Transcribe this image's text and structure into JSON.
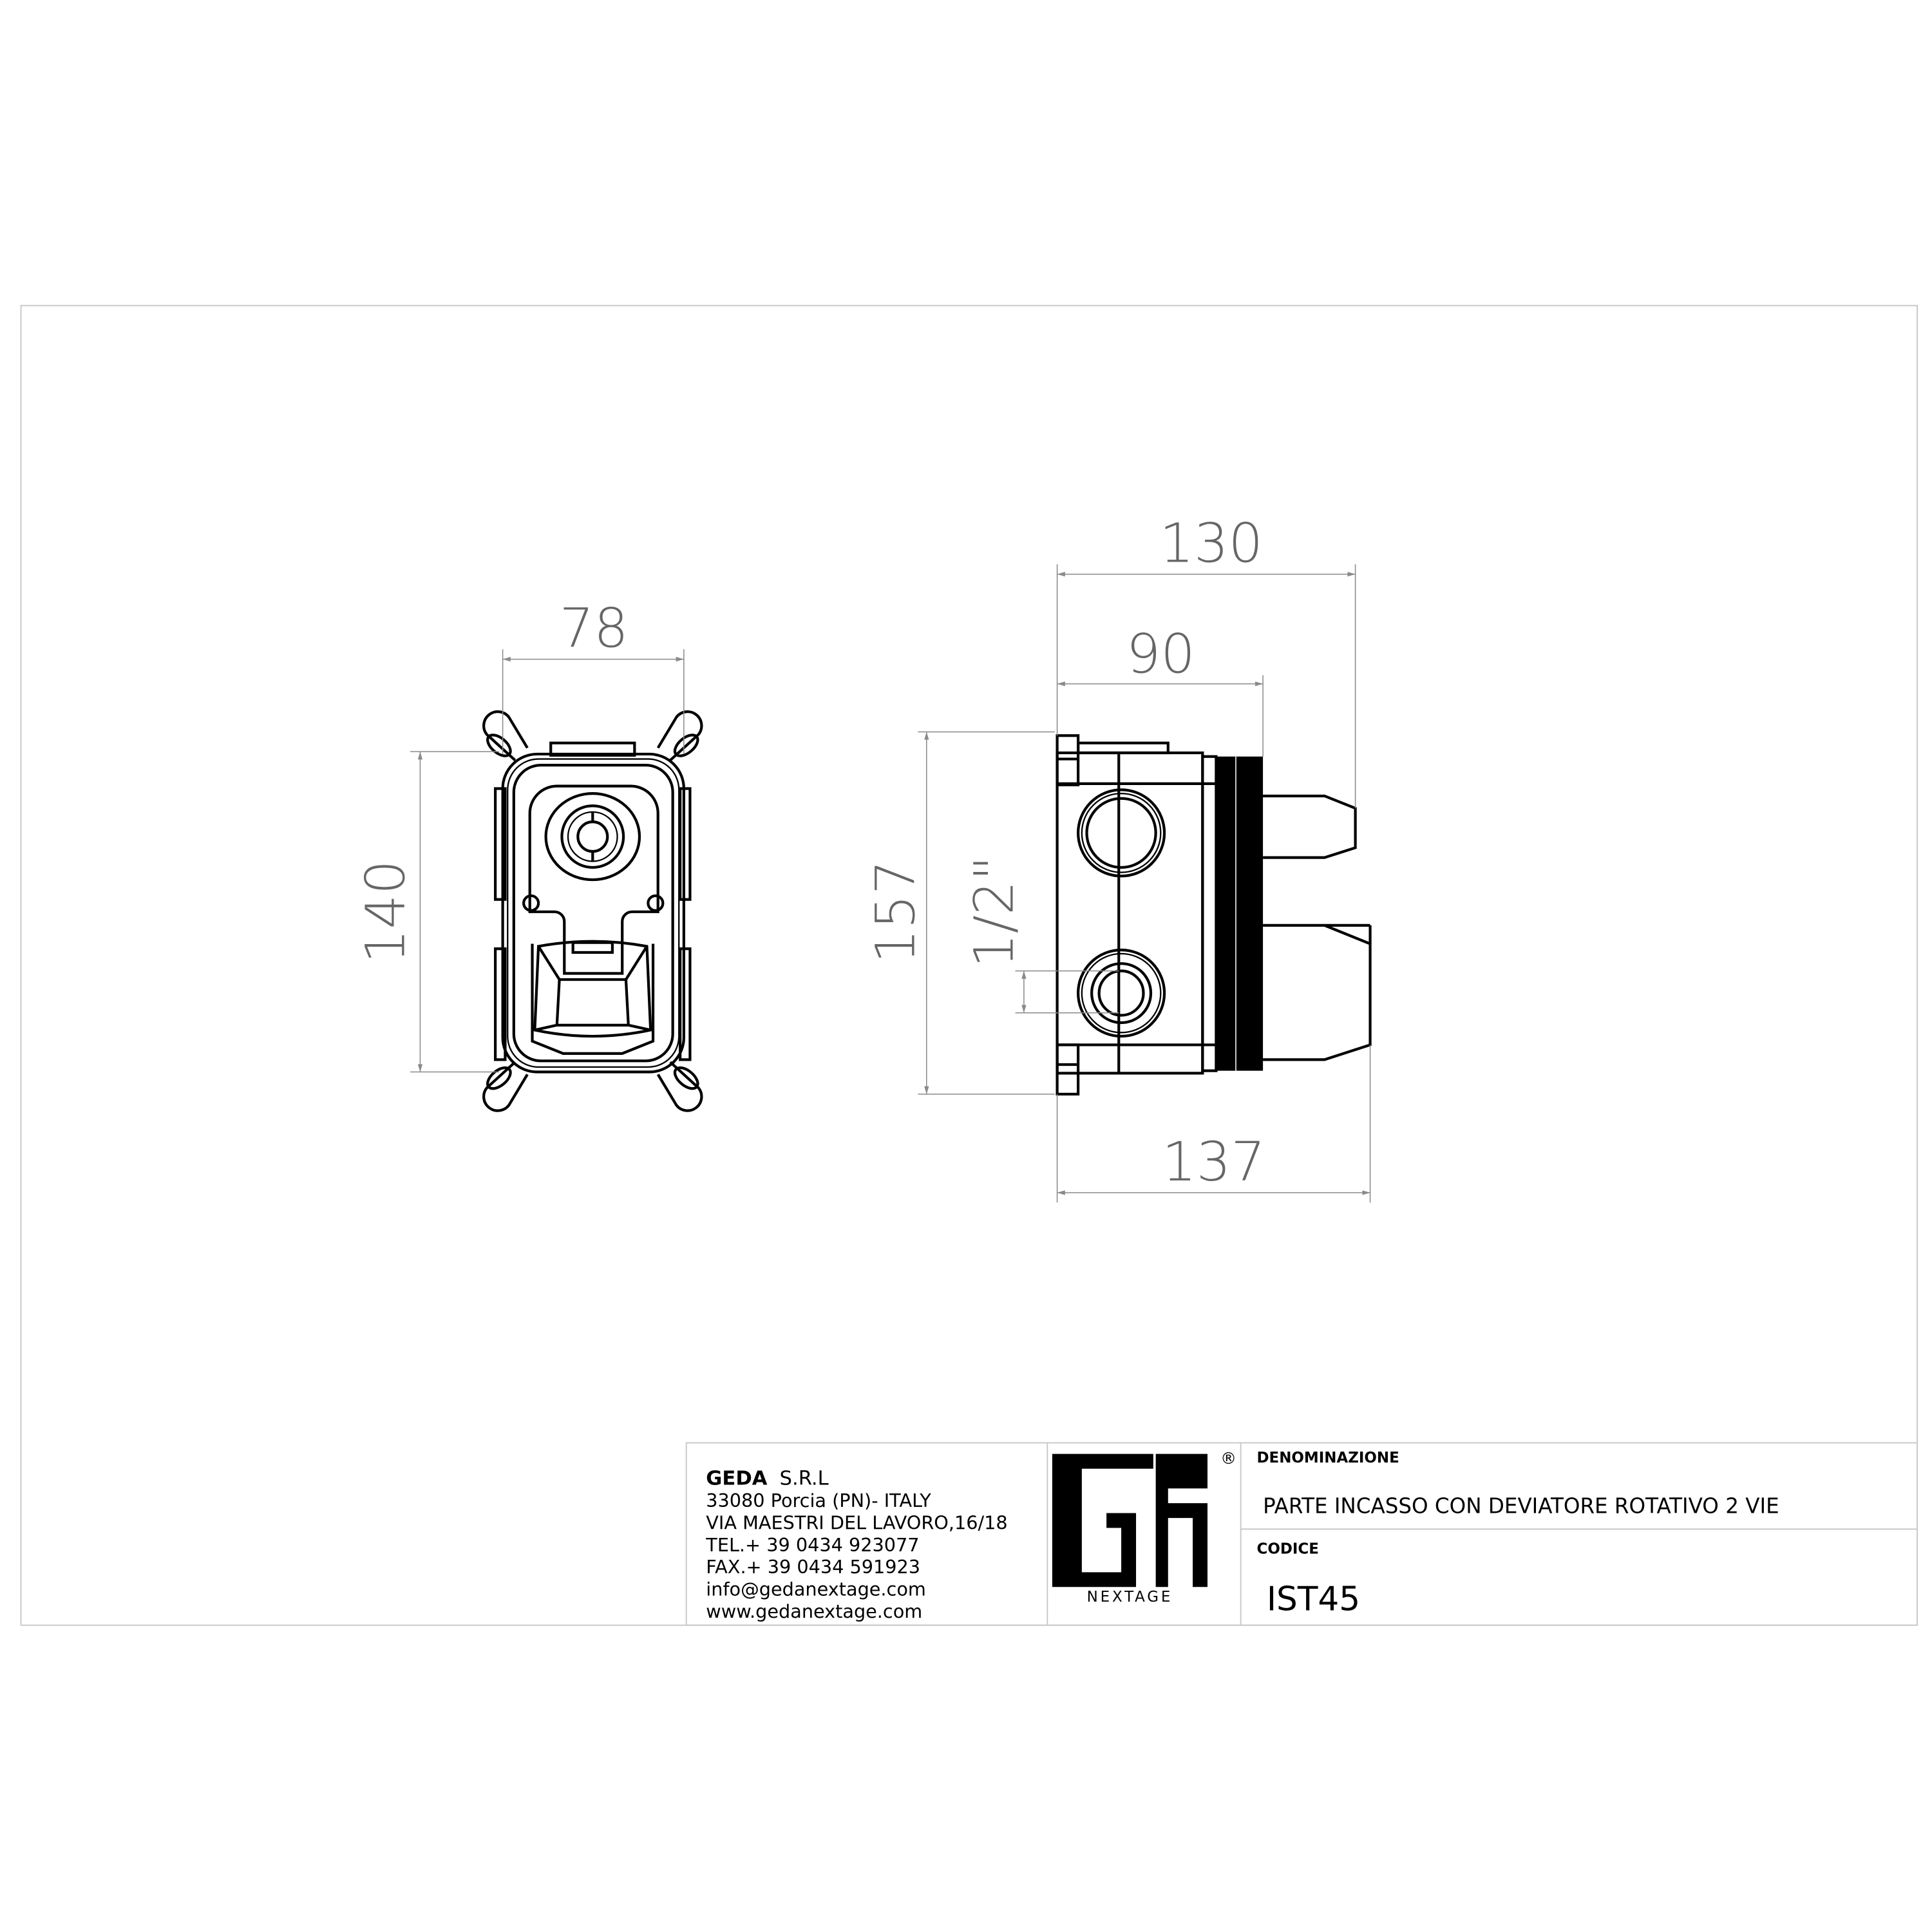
{
  "dimensions": {
    "front_width": "78",
    "front_height": "140",
    "side_total_depth": "130",
    "side_body_depth": "90",
    "side_overall_depth": "137",
    "side_height": "157",
    "connection": "1/2\""
  },
  "title_block": {
    "company_name": "GEDA",
    "company_suffix": "S.R.L",
    "address_line1": "33080  Porcia (PN)- ITALY",
    "address_line2": "VIA MAESTRI DEL LAVORO,16/18",
    "tel": "TEL.+ 39 0434 923077",
    "fax": "FAX.+ 39 0434 591923",
    "email": "info@gedanextage.com",
    "website": "www.gedanextage.com",
    "logo_text": "NEXTAGE",
    "registered_mark": "®",
    "denominazione_label": "DENOMINAZIONE",
    "denominazione_value": "PARTE INCASSO CON DEVIATORE ROTATIVO 2 VIE",
    "codice_label": "CODICE",
    "codice_value": "IST45"
  }
}
